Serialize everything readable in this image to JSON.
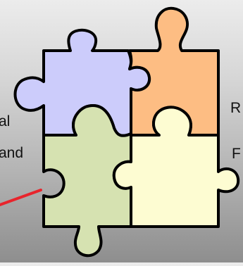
{
  "labels": {
    "left_top": "al",
    "left_bottom": "and",
    "right_top": "R",
    "right_bottom": "F"
  },
  "pieces": [
    {
      "id": "top-left",
      "color": "#ccccfb"
    },
    {
      "id": "top-right",
      "color": "#fdbd83"
    },
    {
      "id": "bottom-left",
      "color": "#d6e2b1"
    },
    {
      "id": "bottom-right",
      "color": "#fdfcd2"
    }
  ],
  "connector": {
    "color": "#e8242c"
  },
  "outline_color": "#000000"
}
